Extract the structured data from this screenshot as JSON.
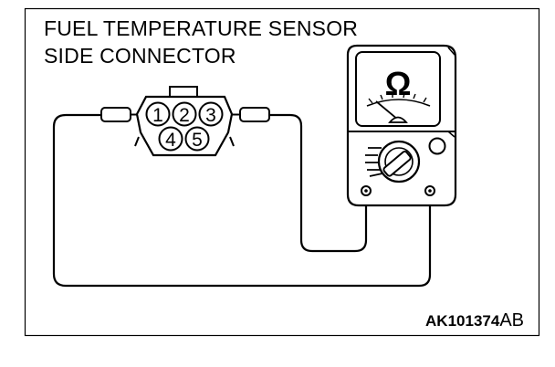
{
  "caption": {
    "line1": "FUEL TEMPERATURE SENSOR",
    "line2": "SIDE CONNECTOR"
  },
  "connector": {
    "pins_top": [
      "1",
      "2",
      "3"
    ],
    "pins_bottom": [
      "4",
      "5"
    ]
  },
  "meter": {
    "unit_symbol": "Ω"
  },
  "figure_code": {
    "number": "AK101374",
    "suffix": "AB"
  }
}
